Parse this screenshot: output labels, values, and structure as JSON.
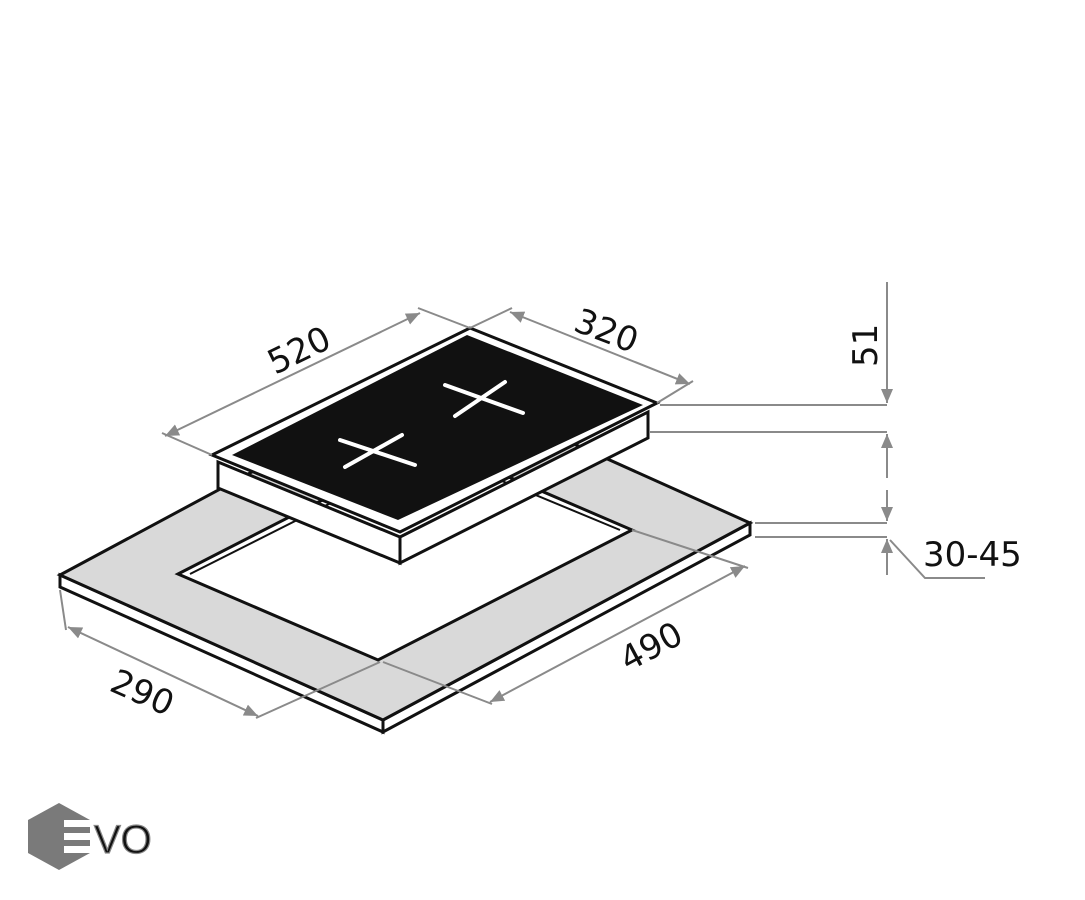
{
  "dimensions": {
    "hob_width": "520",
    "hob_depth": "320",
    "hob_height": "51",
    "worktop_thickness": "30-45",
    "cutout_depth": "290",
    "cutout_width": "490"
  },
  "logo": {
    "text": "EVO"
  },
  "colors": {
    "glass": "#111111",
    "worktop": "#d9d9d9",
    "dimension_line": "#8a8a8a",
    "logo": "#7a7a7a"
  }
}
